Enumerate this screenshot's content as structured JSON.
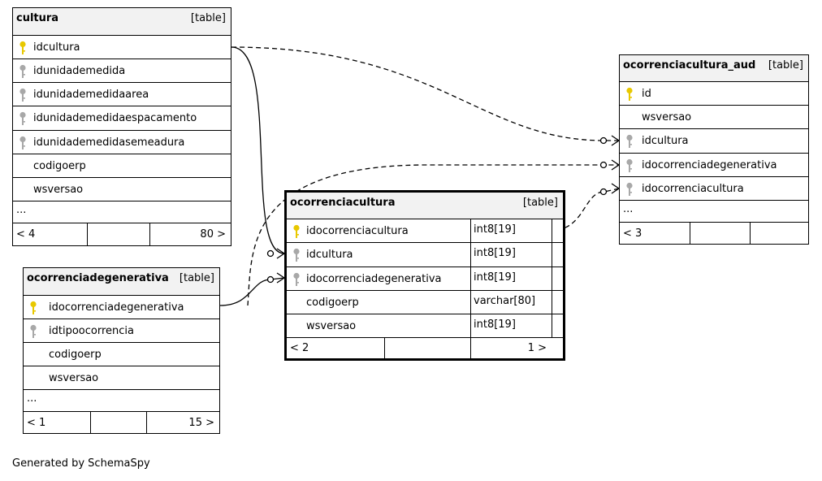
{
  "credit": "Generated by SchemaSpy",
  "colors": {
    "pk_key": "#e8c800",
    "fk_key": "#a8a8a8",
    "header_bg": "#f2f2f2"
  },
  "tables": {
    "cultura": {
      "name": "cultura",
      "kind": "[table]",
      "columns": [
        "idcultura",
        "idunidademedida",
        "idunidademedidaarea",
        "idunidademedidaespacamento",
        "idunidademedidasemeadura",
        "codigoerp",
        "wsversao"
      ],
      "more": "...",
      "parents": "< 4",
      "children": "80 >"
    },
    "ocorrenciadegenerativa": {
      "name": "ocorrenciadegenerativa",
      "kind": "[table]",
      "columns": [
        "idocorrenciadegenerativa",
        "idtipoocorrencia",
        "codigoerp",
        "wsversao"
      ],
      "more": "...",
      "parents": "< 1",
      "children": "15 >"
    },
    "ocorrenciacultura": {
      "name": "ocorrenciacultura",
      "kind": "[table]",
      "columns": [
        "idocorrenciacultura",
        "idcultura",
        "idocorrenciadegenerativa",
        "codigoerp",
        "wsversao"
      ],
      "types": [
        "int8[19]",
        "int8[19]",
        "int8[19]",
        "varchar[80]",
        "int8[19]"
      ],
      "parents": "< 2",
      "children": "1 >"
    },
    "ocorrenciacultura_aud": {
      "name": "ocorrenciacultura_aud",
      "kind": "[table]",
      "columns": [
        "id",
        "wsversao",
        "idcultura",
        "idocorrenciadegenerativa",
        "idocorrenciacultura"
      ],
      "more": "...",
      "parents": "< 3"
    }
  }
}
